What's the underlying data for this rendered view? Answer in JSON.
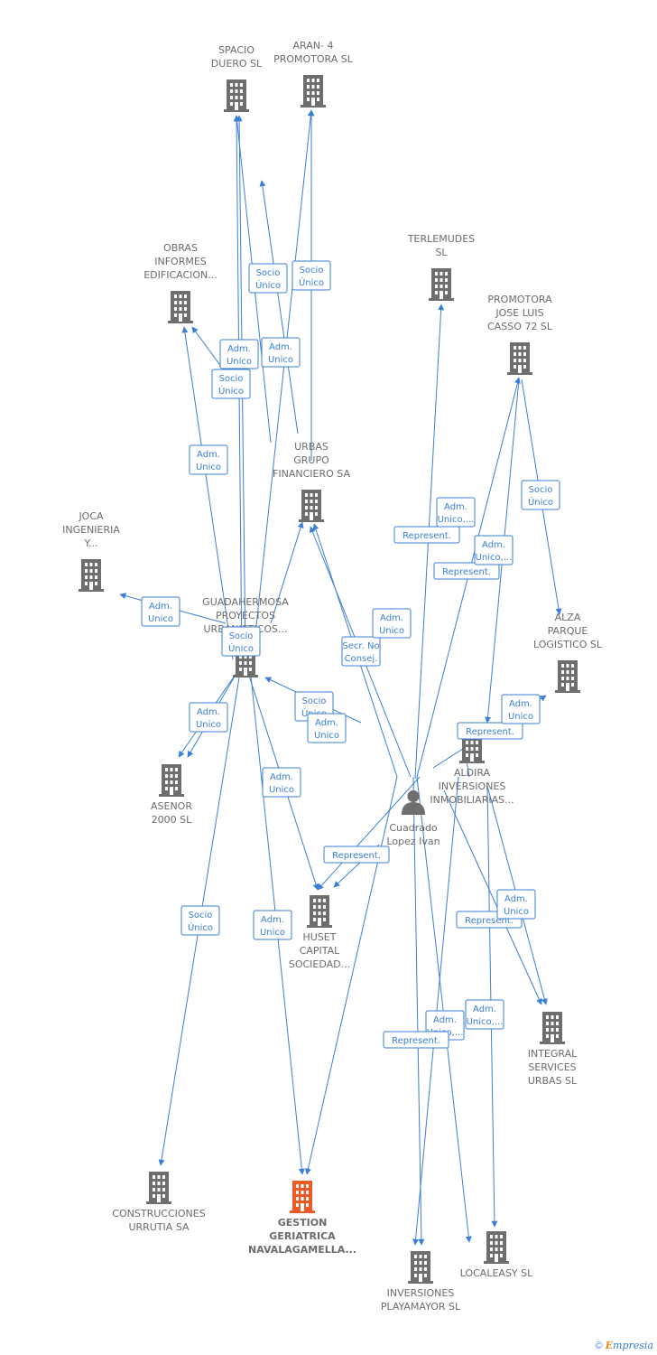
{
  "colors": {
    "building": "#6e6e6e",
    "building_main": "#ee5a24",
    "edge": "#3a7fd5",
    "person": "#6e6e6e"
  },
  "nodes": [
    {
      "id": "spacio",
      "icon": "building-icon",
      "label": [
        "SPACIO",
        "DUERO SL"
      ]
    },
    {
      "id": "aran",
      "icon": "building-icon",
      "label": [
        "ARAN- 4",
        "PROMOTORA SL"
      ]
    },
    {
      "id": "obras",
      "icon": "building-icon",
      "label": [
        "OBRAS",
        "INFORMES",
        "EDIFICACION..."
      ]
    },
    {
      "id": "terlemudes",
      "icon": "building-icon",
      "label": [
        "TERLEMUDES",
        "SL"
      ]
    },
    {
      "id": "promotora",
      "icon": "building-icon",
      "label": [
        "PROMOTORA",
        "JOSE LUIS",
        "CASSO 72  SL"
      ]
    },
    {
      "id": "urbas",
      "icon": "building-icon",
      "label": [
        "URBAS",
        "GRUPO",
        "FINANCIERO SA"
      ]
    },
    {
      "id": "joca",
      "icon": "building-icon",
      "label": [
        "JOCA",
        "INGENIERIA",
        "Y..."
      ]
    },
    {
      "id": "guadahermosa",
      "icon": "building-icon",
      "label": [
        "GUADAHERMOSA",
        "PROYECTOS",
        "URBANISTICOS..."
      ]
    },
    {
      "id": "alza",
      "icon": "building-icon",
      "label": [
        "ALZA",
        "PARQUE",
        "LOGISTICO  SL"
      ]
    },
    {
      "id": "aldira",
      "icon": "building-icon",
      "label": [
        "ALDIRA",
        "INVERSIONES",
        "INMOBILIARIAS..."
      ]
    },
    {
      "id": "asenor",
      "icon": "building-icon",
      "label": [
        "ASENOR",
        "2000 SL"
      ]
    },
    {
      "id": "cuadrado",
      "icon": "person-icon",
      "label": [
        "Cuadrado",
        "Lopez Ivan"
      ]
    },
    {
      "id": "huset",
      "icon": "building-icon",
      "label": [
        "HUSET",
        "CAPITAL",
        "SOCIEDAD..."
      ]
    },
    {
      "id": "integral",
      "icon": "building-icon",
      "label": [
        "INTEGRAL",
        "SERVICES",
        "URBAS  SL"
      ]
    },
    {
      "id": "construcciones",
      "icon": "building-icon",
      "label": [
        "CONSTRUCCIONES",
        "URRUTIA SA"
      ]
    },
    {
      "id": "gestion",
      "icon": "building-icon",
      "main": true,
      "label": [
        "GESTION",
        "GERIATRICA",
        "NAVALAGAMELLA..."
      ]
    },
    {
      "id": "localeasy",
      "icon": "building-icon",
      "label": [
        "LOCALEASY SL"
      ]
    },
    {
      "id": "playamayor",
      "icon": "building-icon",
      "label": [
        "INVERSIONES",
        "PLAYAMAYOR SL"
      ]
    }
  ],
  "edge_labels": [
    [
      "Socio",
      "Único"
    ],
    [
      "Socio",
      "Único"
    ],
    [
      "Adm.",
      "Unico"
    ],
    [
      "Adm.",
      "Unico"
    ],
    [
      "Socio",
      "Único"
    ],
    [
      "Adm.",
      "Unico"
    ],
    [
      "Adm.",
      "Unico"
    ],
    [
      "Socio",
      "Único"
    ],
    [
      "Adm.",
      "Unico"
    ],
    [
      "Socio",
      "Único"
    ],
    [
      "Adm.",
      "Unico"
    ],
    [
      "Adm.",
      "Unico"
    ],
    [
      "Socio",
      "Único"
    ],
    [
      "Adm.",
      "Unico"
    ],
    [
      "Represent."
    ],
    [
      "Adm.",
      "Unico,..."
    ],
    [
      "Represent."
    ],
    [
      "Socio",
      "Único"
    ],
    [
      "Adm.",
      "Unico,..."
    ],
    [
      "Secr.  No",
      "Consej."
    ],
    [
      "Adm.",
      "Unico"
    ],
    [
      "Represent."
    ],
    [
      "Represent."
    ],
    [
      "Adm.",
      "Unico"
    ],
    [
      "Represent."
    ],
    [
      "Adm.",
      "Unico"
    ],
    [
      "Adm.",
      "Unico,..."
    ],
    [
      "Adm.",
      "Unico,..."
    ],
    [
      "Represent."
    ]
  ],
  "footer": {
    "copyright": "©",
    "brand_initial": "E",
    "brand_rest": "mpresia"
  }
}
